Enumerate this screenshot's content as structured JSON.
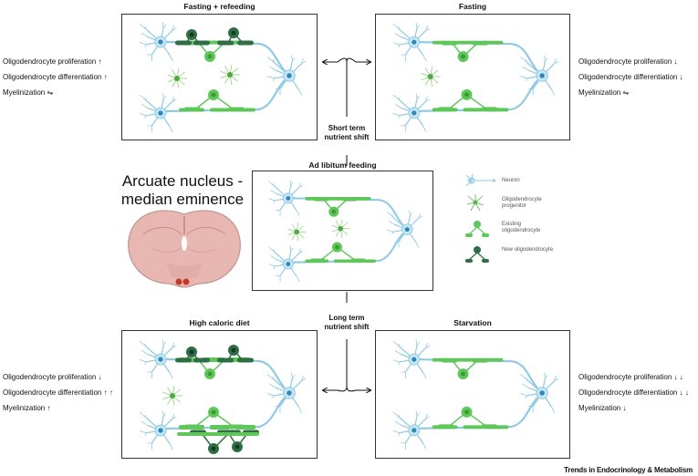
{
  "panels": {
    "fasting_refeeding": {
      "title": "Fasting + refeeding",
      "lines": [
        {
          "label": "Oligodendrocyte proliferation",
          "arrow": "↑"
        },
        {
          "label": "Oligodendrocyte differentiation",
          "arrow": "↑"
        },
        {
          "label": "Myelinization",
          "arrow": "⇋"
        }
      ]
    },
    "fasting": {
      "title": "Fasting",
      "lines": [
        {
          "label": "Oligodendrocyte proliferation",
          "arrow": "↓"
        },
        {
          "label": "Oligodendrocyte differentiation",
          "arrow": "↓"
        },
        {
          "label": "Myelinization",
          "arrow": "⇋"
        }
      ]
    },
    "ad_libitum": {
      "title": "Ad libitum feeding"
    },
    "high_caloric": {
      "title": "High caloric diet",
      "lines": [
        {
          "label": "Oligodendrocyte proliferation",
          "arrow": "↓"
        },
        {
          "label": "Oligodendrocyte differentiation",
          "arrow": "↑ ↑"
        },
        {
          "label": "Myelinization",
          "arrow": "↑"
        }
      ]
    },
    "starvation": {
      "title": "Starvation",
      "lines": [
        {
          "label": "Oligodendrocyte proliferation",
          "arrow": "↓ ↓"
        },
        {
          "label": "Oligodendrocyte differentiation",
          "arrow": "↓ ↓"
        },
        {
          "label": "Myelinization",
          "arrow": "↓"
        }
      ]
    }
  },
  "center_labels": {
    "short_term": [
      "Short term",
      "nutrient shift"
    ],
    "long_term": [
      "Long term",
      "nutrient shift"
    ]
  },
  "region_label": [
    "Arcuate nucleus -",
    "median eminence"
  ],
  "legend": [
    {
      "icon": "neuron-icon",
      "label": "Neuron"
    },
    {
      "icon": "oligodendrocyte-progenitor-icon",
      "label": "Oligodendrocyte progenitor"
    },
    {
      "icon": "existing-oligodendrocyte-icon",
      "label": "Existing oligodendrocyte"
    },
    {
      "icon": "new-oligodendrocyte-icon",
      "label": "New oligodendrocyte"
    }
  ],
  "journal": "Trends in Endocrinology & Metabolism",
  "colors": {
    "neuron": "#8ec9e6",
    "neuron_nucleus": "#2f86b8",
    "oligodendrocyte": "#5fc75a",
    "new_oligodendrocyte": "#2f6e45",
    "progenitor": "#8fd07a",
    "brain": "#e8b7b2",
    "brain_nucleus": "#c0392b"
  }
}
